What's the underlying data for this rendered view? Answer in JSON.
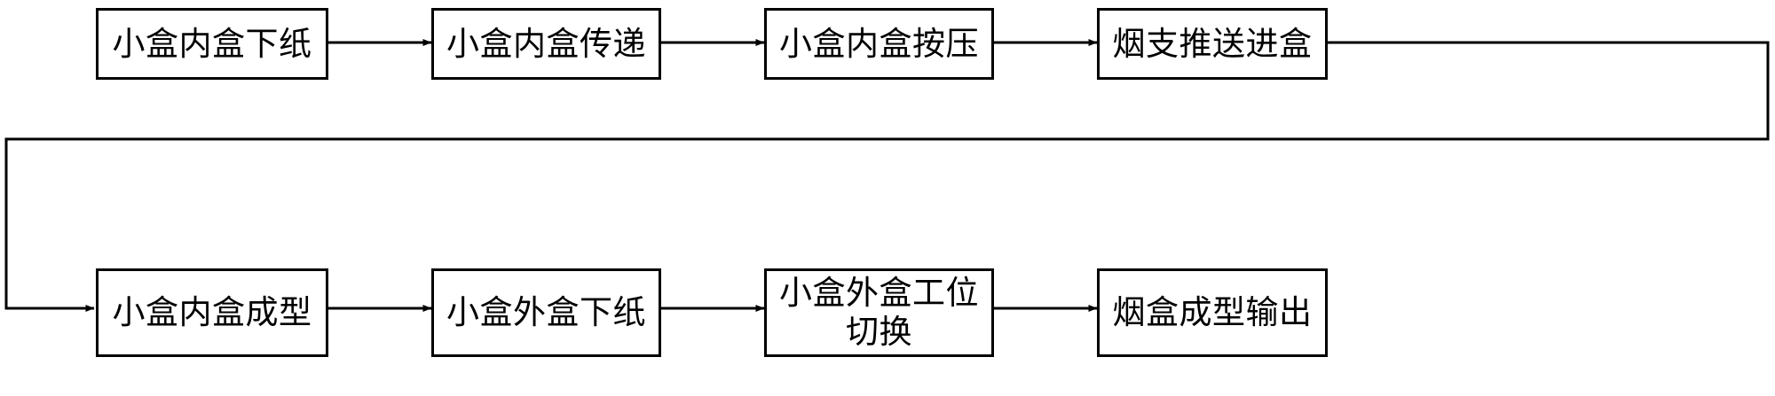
{
  "diagram": {
    "title": "",
    "type": "process-flowchart",
    "orientation": "left-to-right, wrapping to second row",
    "stroke_color": "#000000",
    "fill_color": "#ffffff",
    "nodes": [
      {
        "id": "n1",
        "label": "小盒内盒下纸",
        "row": 1,
        "order": 1
      },
      {
        "id": "n2",
        "label": "小盒内盒传递",
        "row": 1,
        "order": 2
      },
      {
        "id": "n3",
        "label": "小盒内盒按压",
        "row": 1,
        "order": 3
      },
      {
        "id": "n4",
        "label": "烟支推送进盒",
        "row": 1,
        "order": 4
      },
      {
        "id": "n5",
        "label": "小盒内盒成型",
        "row": 2,
        "order": 1
      },
      {
        "id": "n6",
        "label": "小盒外盒下纸",
        "row": 2,
        "order": 2
      },
      {
        "id": "n7",
        "label": "小盒外盒工位\n切换",
        "row": 2,
        "order": 3
      },
      {
        "id": "n8",
        "label": "烟盒成型输出",
        "row": 2,
        "order": 4
      }
    ],
    "edges": [
      {
        "from": "n1",
        "to": "n2",
        "kind": "straight-arrow"
      },
      {
        "from": "n2",
        "to": "n3",
        "kind": "straight-arrow"
      },
      {
        "from": "n3",
        "to": "n4",
        "kind": "straight-arrow"
      },
      {
        "from": "n4",
        "to": "n5",
        "kind": "wrap-arrow"
      },
      {
        "from": "n5",
        "to": "n6",
        "kind": "straight-arrow"
      },
      {
        "from": "n6",
        "to": "n7",
        "kind": "straight-arrow"
      },
      {
        "from": "n7",
        "to": "n8",
        "kind": "straight-arrow"
      }
    ]
  }
}
